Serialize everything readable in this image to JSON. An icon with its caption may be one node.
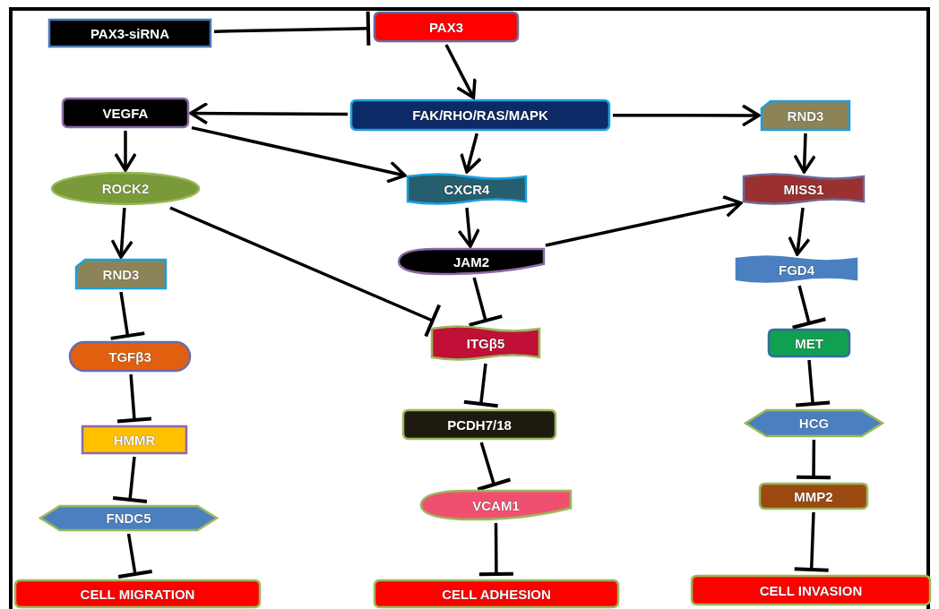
{
  "diagram": {
    "nodes": [
      {
        "text": [
          "PAX3-siRNA"
        ]
      },
      {
        "text": [
          "PAX3"
        ]
      },
      {
        "text": [
          "VEGFA"
        ]
      },
      {
        "text": [
          "FAK/RHO/RAS/MAPK"
        ]
      },
      {
        "text": [
          "RND3"
        ]
      },
      {
        "text": [
          "ROCK2"
        ]
      },
      {
        "text": [
          "CXCR4"
        ]
      },
      {
        "text": [
          "MISS1"
        ]
      },
      {
        "text": [
          "JAM2"
        ]
      },
      {
        "text": [
          "RND3"
        ]
      },
      {
        "text": [
          "FGD4"
        ]
      },
      {
        "text": [
          "ITGβ5"
        ]
      },
      {
        "text": [
          "MET"
        ]
      },
      {
        "text": [
          "TGFβ3"
        ]
      },
      {
        "text": [
          "PCDH7/18"
        ]
      },
      {
        "text": [
          "HCG"
        ]
      },
      {
        "text": [
          "HMMR"
        ]
      },
      {
        "text": [
          "MMP2"
        ]
      },
      {
        "text": [
          "VCAM1"
        ]
      },
      {
        "text": [
          "FNDC5"
        ]
      },
      {
        "text": [
          "CELL INVASION"
        ]
      },
      {
        "text": [
          "CELL MIGRATION"
        ]
      },
      {
        "text": [
          "CELL ADHESION"
        ]
      }
    ],
    "edges": [
      {
        "from": 0,
        "to": 1,
        "arrow": "other"
      },
      {
        "from": 1,
        "to": 3,
        "arrow": "to"
      },
      {
        "from": 3,
        "to": 2,
        "arrow": "to"
      },
      {
        "from": 3,
        "to": 4,
        "arrow": "to"
      },
      {
        "from": 3,
        "to": 6,
        "arrow": "to"
      },
      {
        "from": 2,
        "to": 5,
        "arrow": "to"
      },
      {
        "from": 2,
        "to": 6,
        "arrow": "to"
      },
      {
        "from": 4,
        "to": 7,
        "arrow": "to"
      },
      {
        "from": 5,
        "to": 9,
        "arrow": "to"
      },
      {
        "from": 5,
        "to": 11,
        "arrow": "other"
      },
      {
        "from": 6,
        "to": 8,
        "arrow": "to"
      },
      {
        "from": 8,
        "to": 7,
        "arrow": "to"
      },
      {
        "from": 7,
        "to": 10,
        "arrow": "to"
      },
      {
        "from": 9,
        "to": 13,
        "arrow": "other"
      },
      {
        "from": 8,
        "to": 11,
        "arrow": "other"
      },
      {
        "from": 10,
        "to": 12,
        "arrow": "other"
      },
      {
        "from": 13,
        "to": 16,
        "arrow": "other"
      },
      {
        "from": 11,
        "to": 14,
        "arrow": "other"
      },
      {
        "from": 12,
        "to": 15,
        "arrow": "other"
      },
      {
        "from": 16,
        "to": 19,
        "arrow": "other"
      },
      {
        "from": 14,
        "to": 18,
        "arrow": "other"
      },
      {
        "from": 15,
        "to": 17,
        "arrow": "other"
      },
      {
        "from": 19,
        "to": 21,
        "arrow": "other"
      },
      {
        "from": 18,
        "to": 22,
        "arrow": "other"
      },
      {
        "from": 17,
        "to": 20,
        "arrow": "other"
      }
    ]
  }
}
